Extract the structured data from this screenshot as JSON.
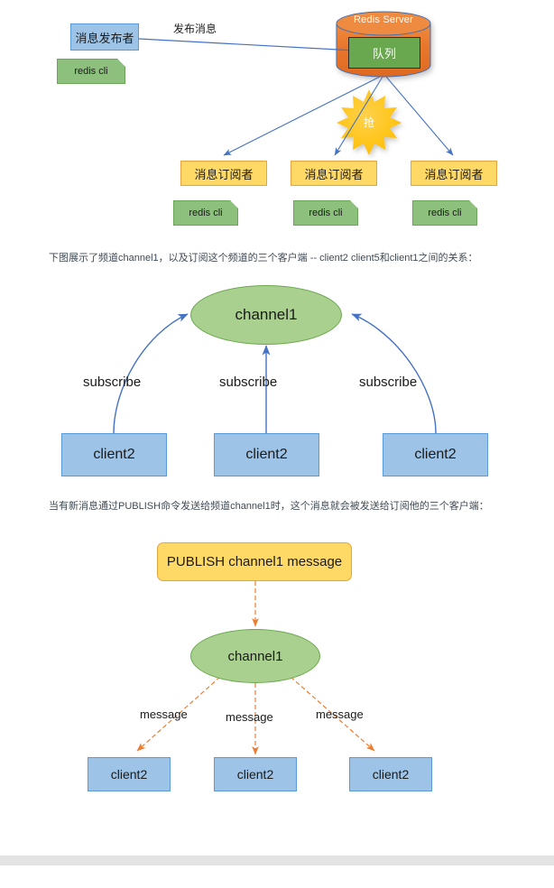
{
  "page": {
    "background": "#ffffff",
    "footer_band_color": "#e3e3e3"
  },
  "colors": {
    "blue_fill": "#9dc3e6",
    "blue_stroke": "#5b9bd5",
    "amber_fill": "#ffd966",
    "amber_stroke": "#e8a33d",
    "green_note_fill": "#8cc07c",
    "green_note_stroke": "#6aa55a",
    "green_ellipse_fill": "#a9d08e",
    "green_ellipse_stroke": "#6aa84f",
    "redis_orange": "#e8762c",
    "queue_green": "#6aa84f",
    "arrow_blue": "#4472c4",
    "arrow_orange": "#ed7d31",
    "burst_yellow": "#ffc000",
    "caption_text": "#404a54"
  },
  "diagram1": {
    "publisher_label": "消息发布者",
    "publish_edge_label": "发布消息",
    "server_label": "Redis Server",
    "queue_label": "队列",
    "burst_label": "抢",
    "publisher_cli_label": "redis cli",
    "subscribers": [
      {
        "label": "消息订阅者",
        "cli_label": "redis cli"
      },
      {
        "label": "消息订阅者",
        "cli_label": "redis cli"
      },
      {
        "label": "消息订阅者",
        "cli_label": "redis cli"
      }
    ]
  },
  "caption1": "下图展示了频道channel1，以及订阅这个频道的三个客户端 -- client2  client5和client1之间的关系：",
  "diagram2": {
    "channel_label": "channel1",
    "edges": [
      {
        "label": "subscribe"
      },
      {
        "label": "subscribe"
      },
      {
        "label": "subscribe"
      }
    ],
    "clients": [
      {
        "label": "client2"
      },
      {
        "label": "client2"
      },
      {
        "label": "client2"
      }
    ]
  },
  "caption2": "当有新消息通过PUBLISH命令发送给频道channel1时，这个消息就会被发送给订阅他的三个客户端：",
  "diagram3": {
    "publish_command": "PUBLISH  channel1 message",
    "channel_label": "channel1",
    "edges": [
      {
        "label": "message"
      },
      {
        "label": "message"
      },
      {
        "label": "message"
      }
    ],
    "clients": [
      {
        "label": "client2"
      },
      {
        "label": "client2"
      },
      {
        "label": "client2"
      }
    ]
  }
}
